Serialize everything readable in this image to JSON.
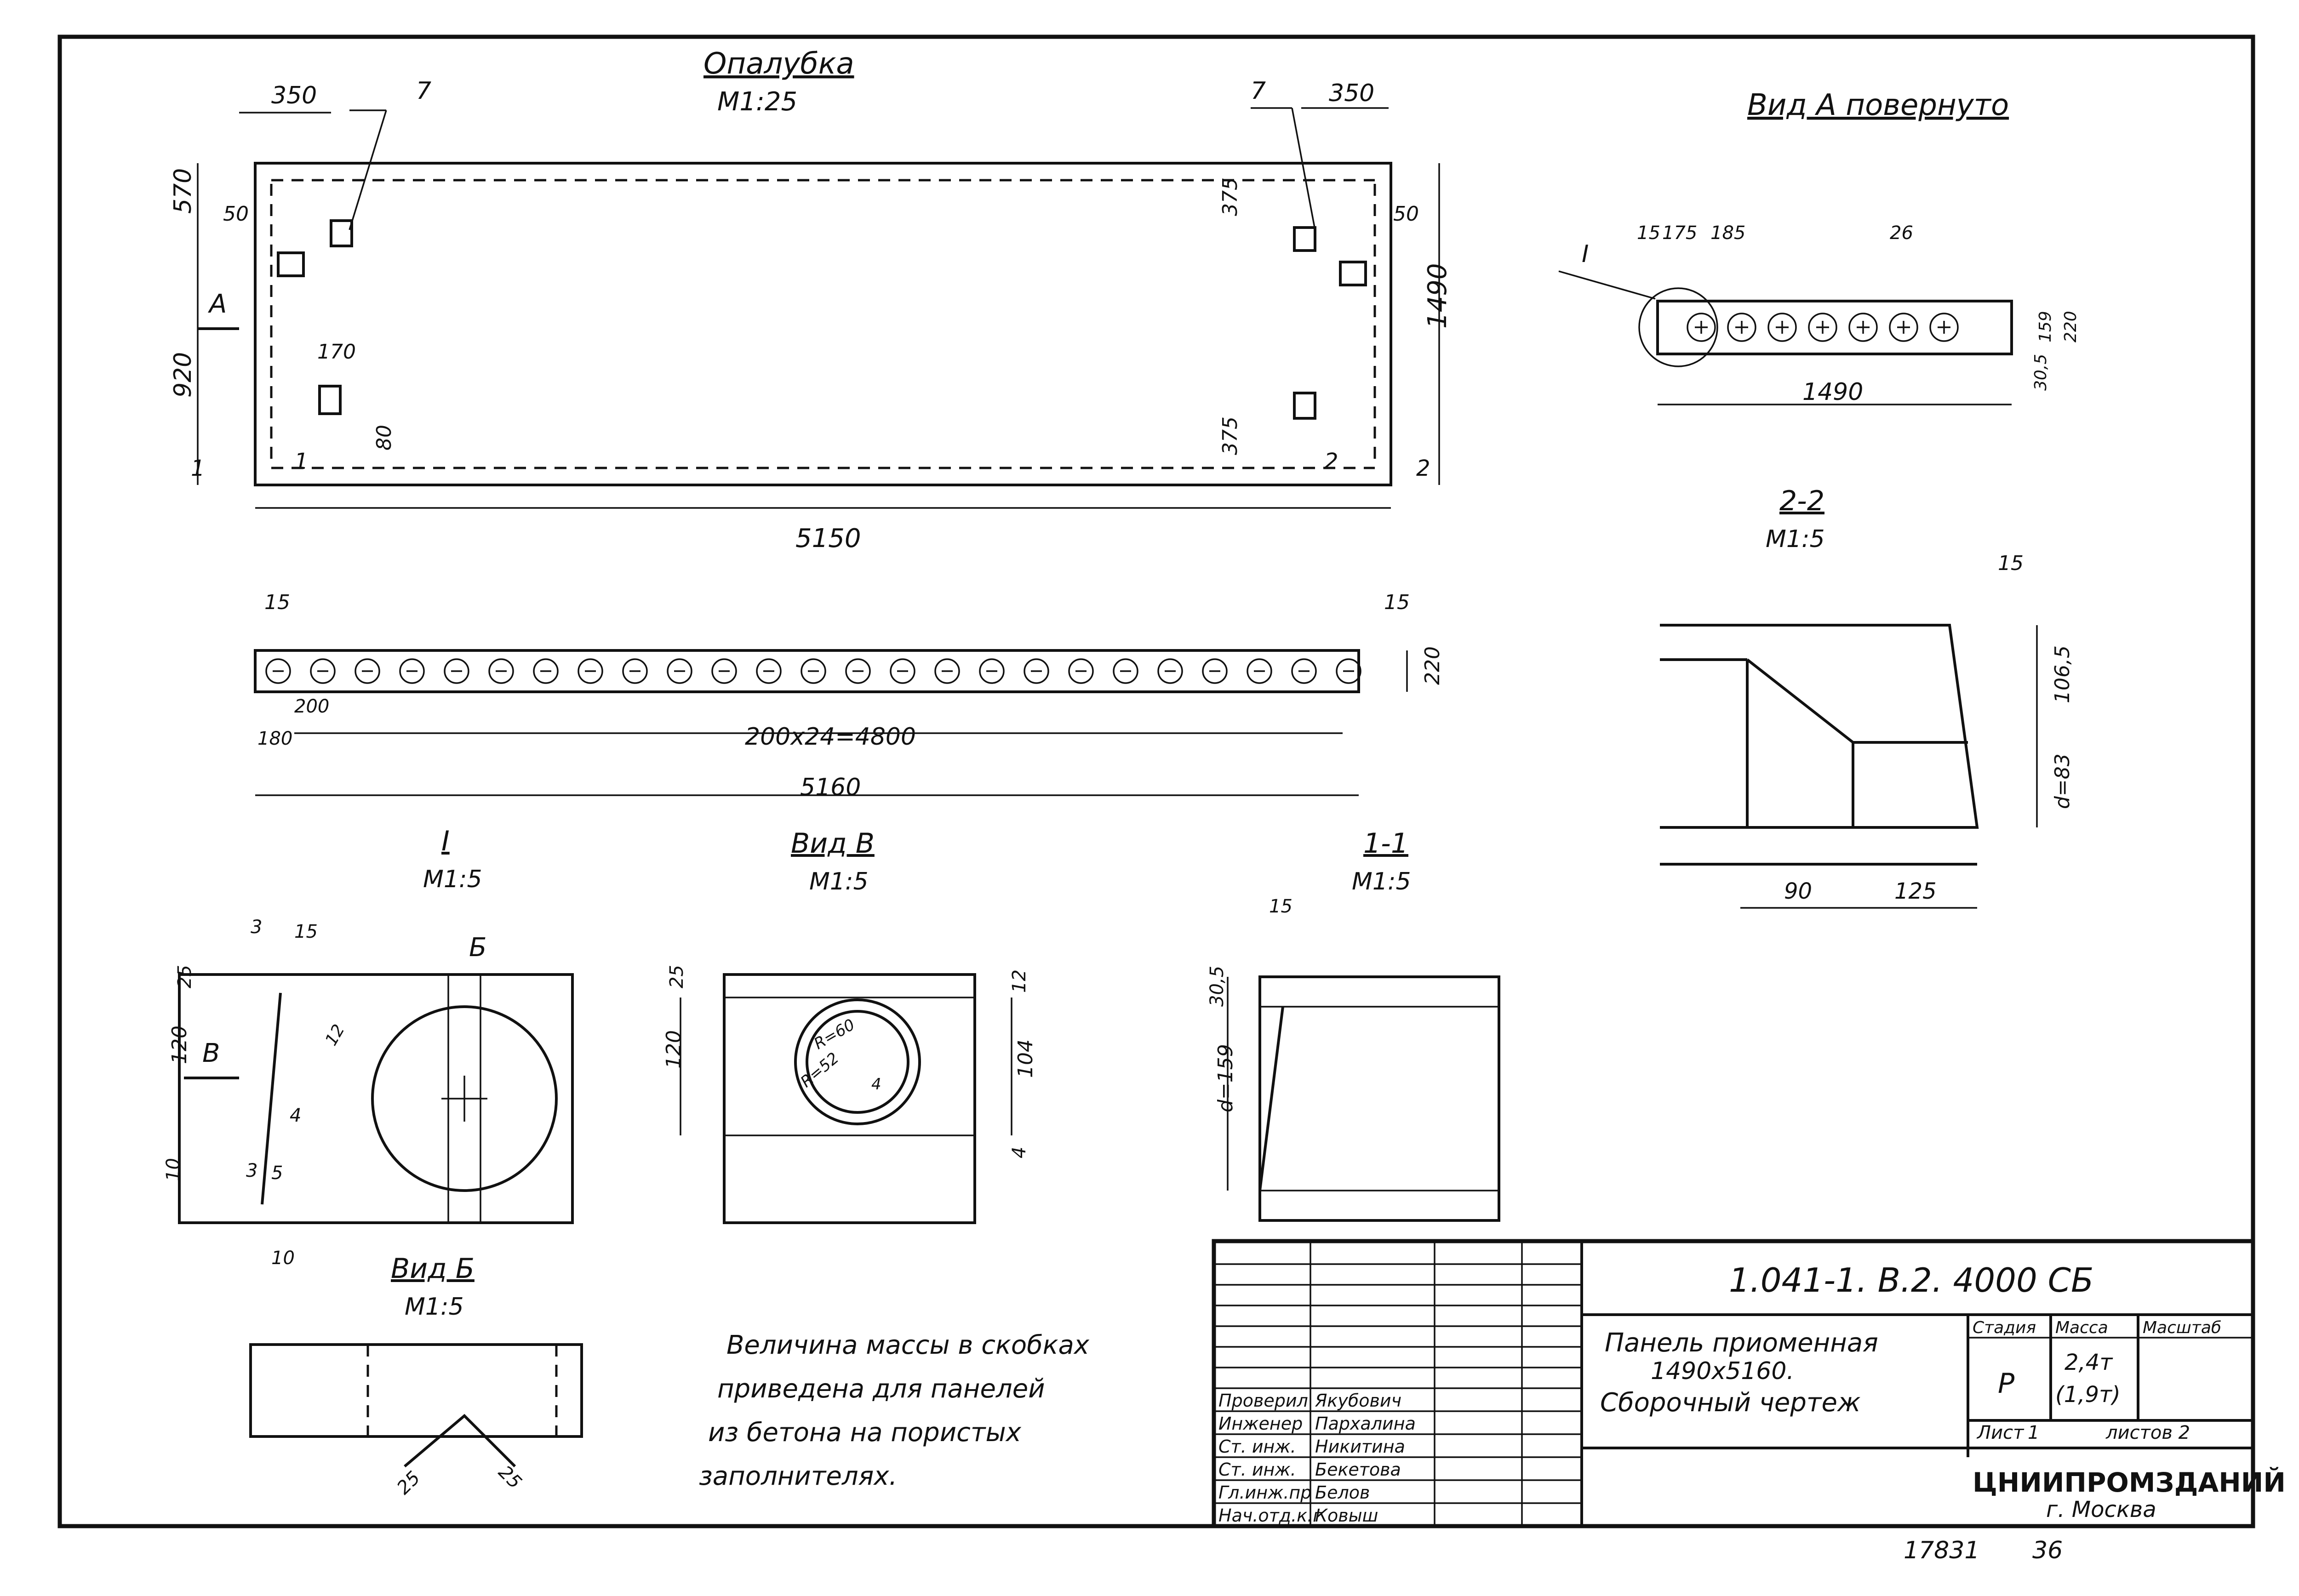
{
  "views": {
    "formwork": {
      "title": "Опалубка",
      "scale": "М1:25",
      "dims": {
        "top_left": "350",
        "top_right": "350",
        "callout_left": "7",
        "callout_right": "7",
        "left_570": "570",
        "left_920": "920",
        "d50_left": "50",
        "d50_right": "50",
        "d375_top": "375",
        "d375_bottom": "375",
        "d170": "170",
        "d80": "80",
        "right_1490": "1490",
        "bottom_5150": "5150",
        "sec_1_left": "1",
        "sec_1_right": "1",
        "sec_2_left": "2",
        "sec_2_right": "2",
        "view_a": "А"
      }
    },
    "side": {
      "dims": {
        "d15_left": "15",
        "d15_right": "15",
        "d220": "220",
        "d180": "180",
        "d200": "200",
        "pitch": "200х24=4800",
        "total": "5160"
      }
    },
    "view_a": {
      "title": "Вид  А  повернуто",
      "dims": {
        "d15": "15",
        "d175": "175",
        "d185": "185",
        "d26": "26",
        "d159": "159",
        "d220": "220",
        "d30_5": "30,5",
        "d1490": "1490",
        "detail": "I"
      }
    },
    "section_2": {
      "title": "2-2",
      "scale": "М1:5",
      "dims": {
        "d15": "15",
        "d106_5": "106,5",
        "d83": "d=83",
        "d90": "90",
        "d125": "125"
      }
    },
    "detail_1": {
      "title": "I",
      "scale": "М1:5",
      "dims": {
        "d3_top": "3",
        "d15": "15",
        "d25": "25",
        "d120": "120",
        "d12": "12",
        "d4": "4",
        "d10_left": "10",
        "d3_bottom": "3",
        "d5": "5",
        "d10_bottom": "10",
        "view_b_arrow": "В",
        "view_bb_arrow": "Б"
      }
    },
    "view_v": {
      "title": "Вид  В",
      "scale": "М1:5",
      "dims": {
        "d25": "25",
        "d120": "120",
        "d12": "12",
        "d104": "104",
        "d4": "4",
        "r60": "R=60",
        "r52": "R=52",
        "d4_inner": "4"
      }
    },
    "section_1": {
      "title": "1-1",
      "scale": "М1:5",
      "dims": {
        "d15": "15",
        "d30_5": "30,5",
        "d159": "d=159"
      }
    },
    "view_bb": {
      "title": "Вид  Б",
      "scale": "М1:5",
      "dims": {
        "d25_left": "25",
        "d25_right": "25"
      }
    }
  },
  "note": [
    "Величина  массы  в  скобках",
    "приведена  для   панелей",
    "из  бетона  на  пористых",
    "заполнителях."
  ],
  "title_block": {
    "code": "1.041-1. В.2.   4000 СБ",
    "name": [
      "Панель  приоменная",
      "1490х5160.",
      "Сборочный  чертеж"
    ],
    "hdr_stage": "Стадия",
    "hdr_mass": "Масса",
    "hdr_scale": "Масштаб",
    "stage": "Р",
    "mass": "2,4т",
    "mass_porous": "(1,9т)",
    "sheet_label": "Лист",
    "sheet_no": "1",
    "sheets_label": "листов 2",
    "org": "ЦНИИПРОМЗДАНИЙ",
    "city": "г. Москва",
    "roles": [
      {
        "role": "Проверил",
        "name": "Якубович"
      },
      {
        "role": "Инженер",
        "name": "Пархалина"
      },
      {
        "role": "Ст. инж.",
        "name": "Никитина"
      },
      {
        "role": "Ст. инж.",
        "name": "Бекетова"
      },
      {
        "role": "Гл.инж.пр",
        "name": "Белов"
      },
      {
        "role": "Нач.отд.к.г",
        "name": "Ковыш"
      }
    ]
  },
  "footer": {
    "inv": "17831",
    "page": "36"
  }
}
